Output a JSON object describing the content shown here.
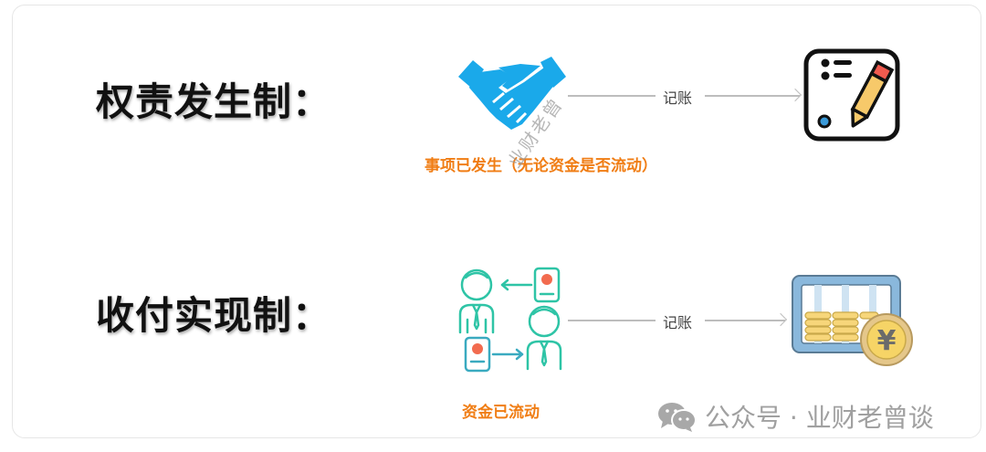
{
  "rows": [
    {
      "title": "权责发生制：",
      "caption": "事项已发生（无论资金是否流动）",
      "arrow_label": "记账",
      "source_icon": "handshake-icon",
      "target_icon": "notepad-pencil-icon"
    },
    {
      "title": "收付实现制：",
      "caption": "资金已流动",
      "arrow_label": "记账",
      "source_icon": "people-exchange-money-icon",
      "target_icon": "abacus-yuan-icon"
    }
  ],
  "watermark": "业财老曾",
  "footer": {
    "icon": "wechat-icon",
    "text": "公众号 · 业财老曾谈"
  },
  "colors": {
    "title": "#111111",
    "caption": "#f07d14",
    "handshake": "#1aa9ea",
    "people": "#2ec4a6",
    "arrow": "#bdbdbd",
    "footer": "#a0a0a0"
  }
}
